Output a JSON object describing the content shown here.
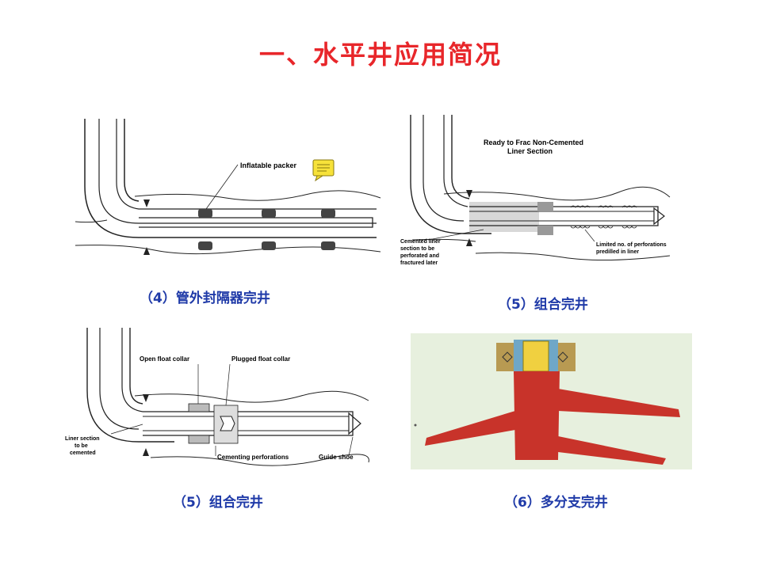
{
  "title": "一、水平井应用简况",
  "colors": {
    "title": "#e8262a",
    "caption": "#1f3aa8",
    "well_red": "#c8332a",
    "panel_bg": "#e7f0de"
  },
  "panels": [
    {
      "caption": "（4）管外封隔器完井",
      "labels": {
        "packer": "Inflatable packer"
      }
    },
    {
      "caption": "（5）组合完井",
      "labels": {
        "top1": "Ready to Frac Non-Cemented",
        "top2": "Liner Section",
        "left": [
          "Cemented liner",
          "section to be",
          "perforated and",
          "fractured later"
        ],
        "right": [
          "Limited no. of perforations",
          "predilled in liner"
        ]
      }
    },
    {
      "caption": "（5）组合完井",
      "labels": {
        "open": "Open float collar",
        "plugged": "Plugged float collar",
        "liner": [
          "Liner section",
          "to be",
          "cemented"
        ],
        "cement": "Cementing perforations",
        "guide": "Guide shoe"
      }
    },
    {
      "caption": "（6）多分支完井"
    }
  ]
}
